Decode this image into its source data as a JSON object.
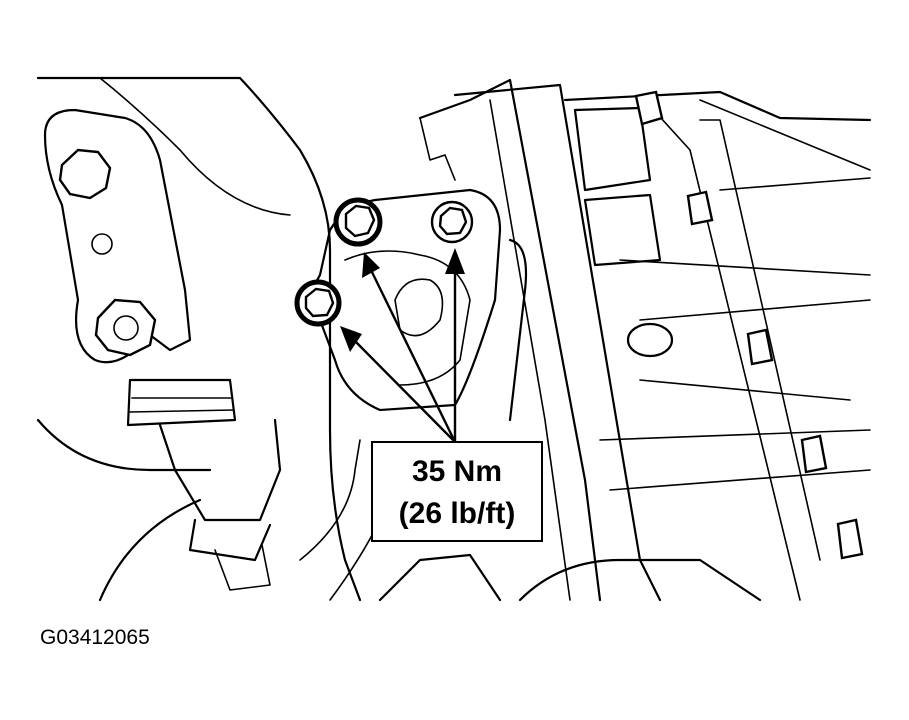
{
  "torque_callout": {
    "line1": "35 Nm",
    "line2": "(26 lb/ft)"
  },
  "figure_id": "G03412065"
}
